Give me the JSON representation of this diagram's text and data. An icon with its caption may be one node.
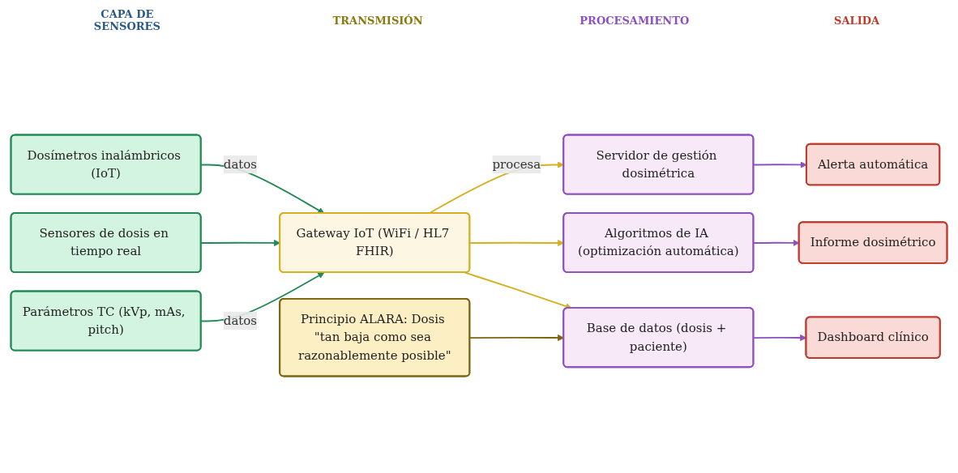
{
  "diagram": {
    "nodes": [
      {
        "text": [
          "Dosímetros inalámbricos (IoT)"
        ]
      },
      {
        "text": [
          "Sensores de dosis en tiempo real"
        ]
      },
      {
        "text": [
          "Parámetros TC (kVp, mAs, pitch)"
        ]
      },
      {
        "text": [
          "Gateway IoT (WiFi / HL7 FHIR)"
        ]
      },
      {
        "text": [
          "Servidor de gestión dosimétrica"
        ]
      },
      {
        "text": [
          "Algoritmos de IA (optimización automática)"
        ]
      },
      {
        "text": [
          "Base de datos (dosis + paciente)"
        ]
      },
      {
        "text": [
          "Alerta automática"
        ]
      },
      {
        "text": [
          "Informe dosimétrico"
        ]
      },
      {
        "text": [
          "Dashboard clínico"
        ]
      },
      {
        "text": [
          "Principio ALARA: Dosis \"tan baja como sea razonablemente posible\""
        ]
      }
    ],
    "edges": [
      {
        "from": 0,
        "to": 3,
        "arrow": "to",
        "label": "datos",
        "color": "#218a55"
      },
      {
        "from": 1,
        "to": 3,
        "arrow": "to",
        "color": "#218a55"
      },
      {
        "from": 2,
        "to": 3,
        "arrow": "to",
        "label": "datos",
        "color": "#218a55"
      },
      {
        "from": 3,
        "to": 4,
        "arrow": "to",
        "label": "procesa",
        "color": "#d4b022"
      },
      {
        "from": 3,
        "to": 5,
        "arrow": "to",
        "color": "#d4b022"
      },
      {
        "from": 3,
        "to": 6,
        "arrow": "to",
        "color": "#d4b022"
      },
      {
        "from": 4,
        "to": 7,
        "arrow": "to",
        "color": "#8e4fbf"
      },
      {
        "from": 5,
        "to": 8,
        "arrow": "to",
        "color": "#8e4fbf"
      },
      {
        "from": 6,
        "to": 9,
        "arrow": "to",
        "color": "#8e4fbf"
      },
      {
        "from": 10,
        "to": 6,
        "arrow": "to",
        "color": "#7d6410"
      }
    ],
    "labels": [
      "CAPA DE SENSORES",
      "TRANSMISIÓN",
      "PROCESAMIENTO",
      "SALIDA"
    ]
  }
}
